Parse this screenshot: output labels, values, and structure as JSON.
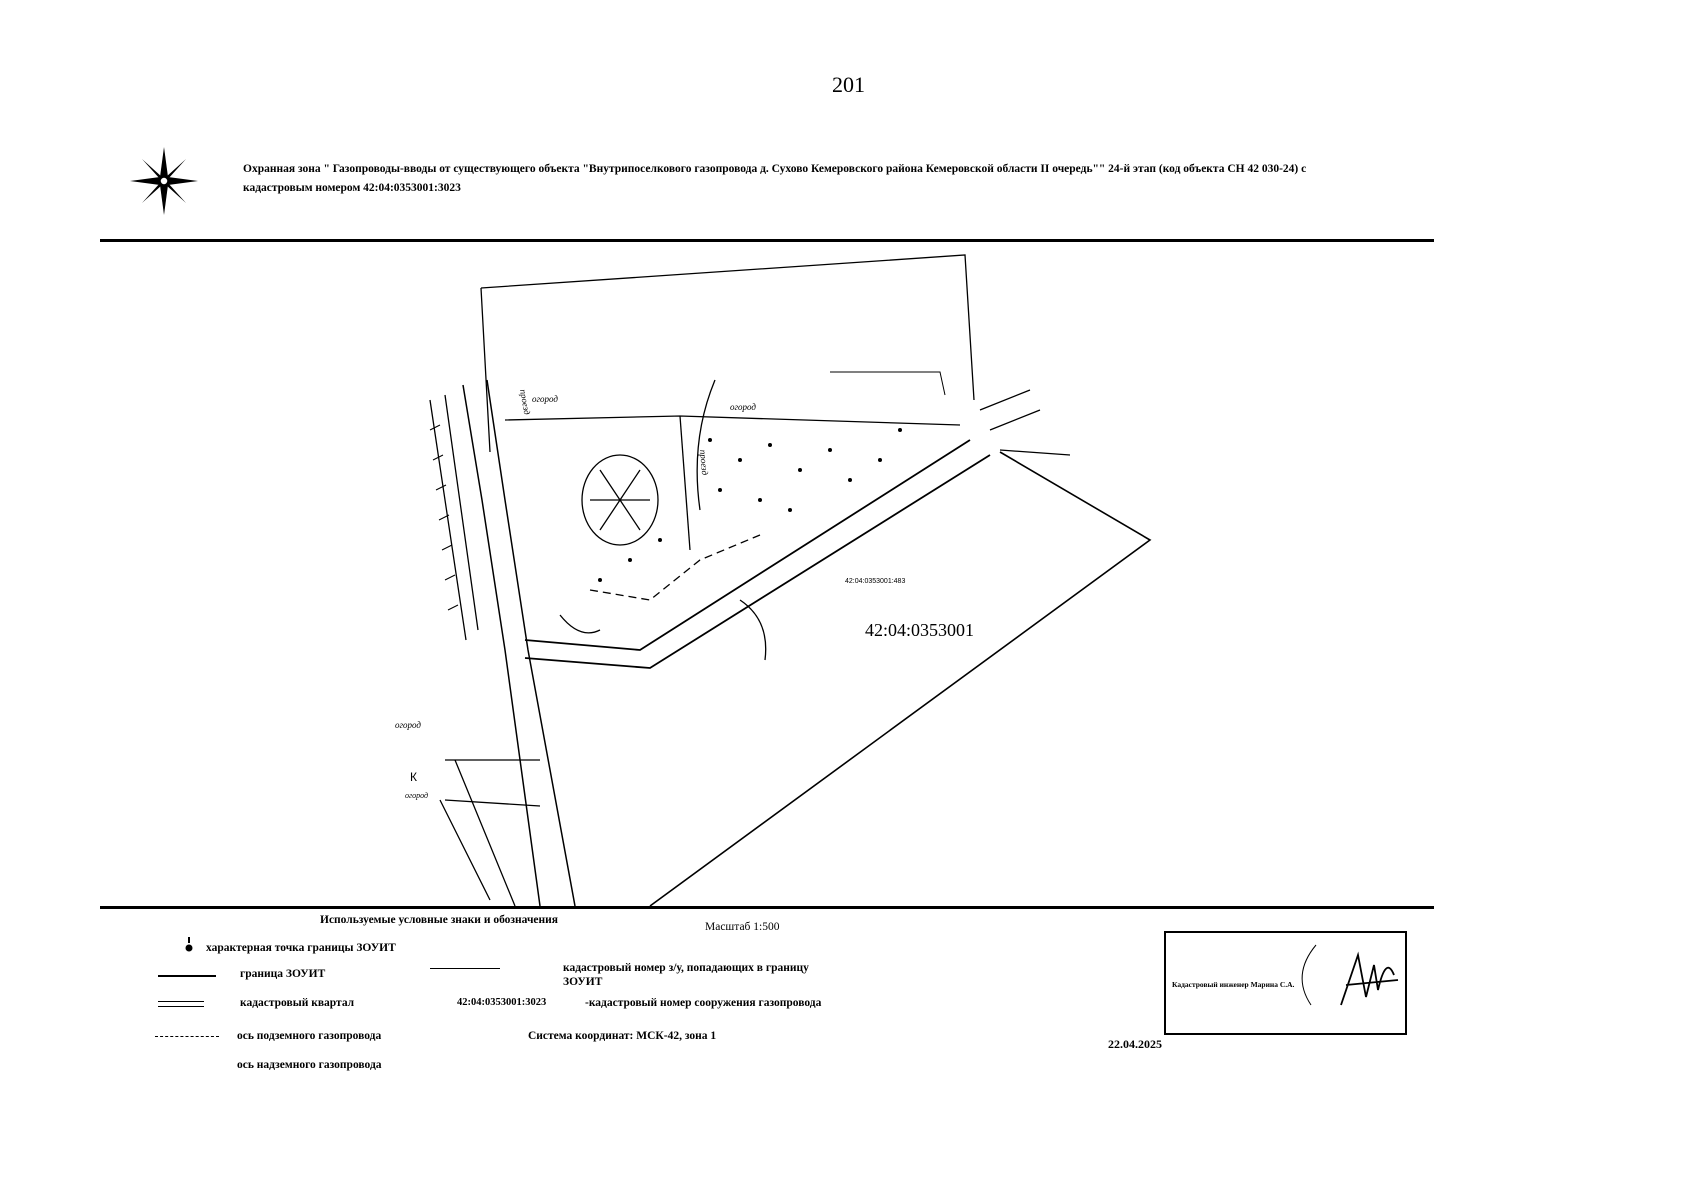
{
  "page_number": "201",
  "title": "Охранная зона \" Газопроводы-вводы от существующего объекта \"Внутрипоселкового газопровода д. Сухово Кемеровского района Кемеровской области II очередь\"\" 24-й этап (код объекта СН 42 030-24) с кадастровым номером 42:04:0353001:3023",
  "map": {
    "quarter_number": "42:04:0353001",
    "parcel_number": "42:04:0353001:483",
    "fence_labels": [
      "огород",
      "огород",
      "огород",
      "огород"
    ],
    "driveway_labels": [
      "проезд",
      "проезд"
    ],
    "feature_letter": "К"
  },
  "legend": {
    "heading": "Используемые условные знаки и обозначения",
    "scale": "Масштаб 1:500",
    "coordinate_system": "Система координат: МСК-42, зона 1",
    "items": {
      "point": "характерная точка границы ЗОУИТ",
      "boundary": "граница ЗОУИТ",
      "quarter": "кадастровый квартал",
      "underground": "ось подземного газопровода",
      "aboveground": "ось надземного газопровода",
      "parcel_numbers": "кадастровый номер з/у, попадающих в границу ЗОУИТ",
      "structure_number": "42:04:0353001:3023",
      "structure_desc": "-кадастровый номер сооружения газопровода"
    }
  },
  "stamp": {
    "label": "Кадастровый инженер Марина С.А.",
    "date": "22.04.2025"
  }
}
